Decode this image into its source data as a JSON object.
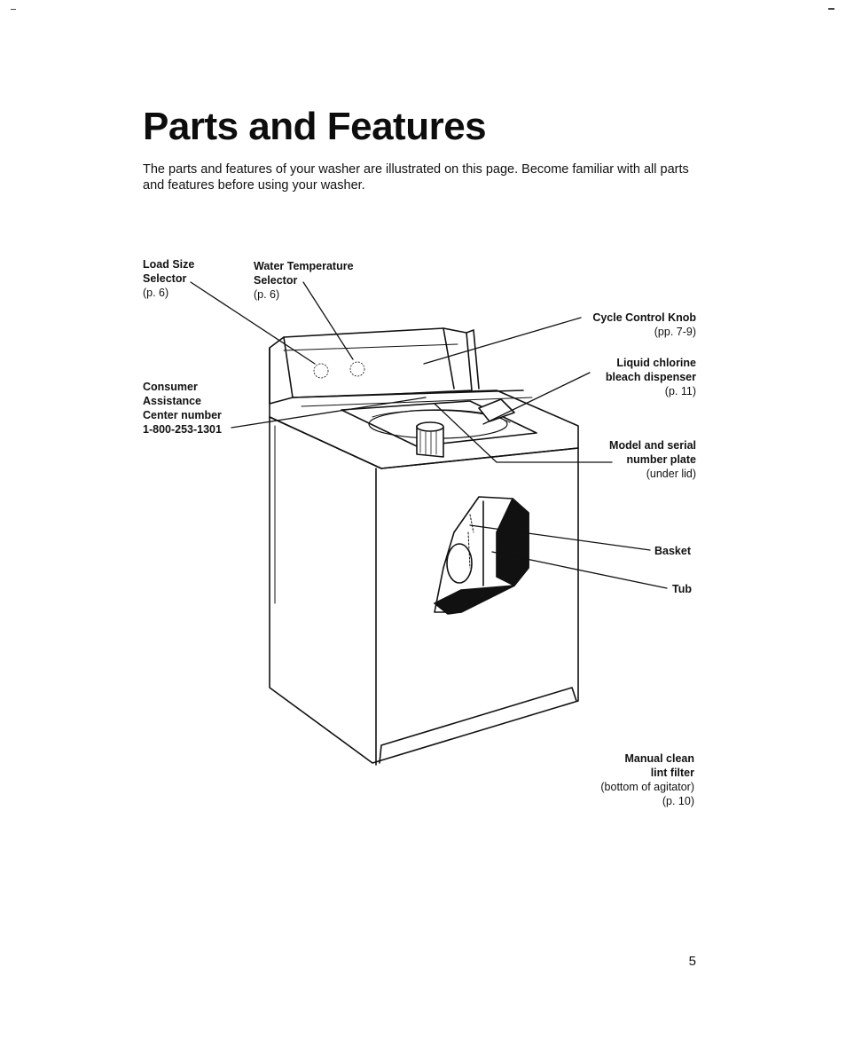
{
  "page": {
    "title": "Parts and Features",
    "intro": "The parts and features of your washer are illustrated on this page. Become familiar with all parts and features before using your washer.",
    "page_number": "5"
  },
  "callouts": {
    "load_size": {
      "name_line1": "Load Size",
      "name_line2": "Selector",
      "page": "(p. 6)"
    },
    "water_temp": {
      "name_line1": "Water Temperature",
      "name_line2": "Selector",
      "page": "(p. 6)"
    },
    "cycle_control": {
      "name": "Cycle Control Knob",
      "page": "(pp. 7-9)"
    },
    "bleach": {
      "name_line1": "Liquid chlorine",
      "name_line2": "bleach dispenser",
      "page": "(p. 11)"
    },
    "consumer": {
      "line1": "Consumer",
      "line2": "Assistance",
      "line3": "Center number",
      "line4": "1-800-253-1301"
    },
    "model_serial": {
      "name_line1": "Model and serial",
      "name_line2": "number plate",
      "page": "(under lid)"
    },
    "basket": {
      "name": "Basket"
    },
    "tub": {
      "name": "Tub"
    },
    "lint_filter": {
      "name_line1": "Manual clean",
      "name_line2": "lint filter",
      "detail": "(bottom of agitator)",
      "page": "(p. 10)"
    }
  }
}
